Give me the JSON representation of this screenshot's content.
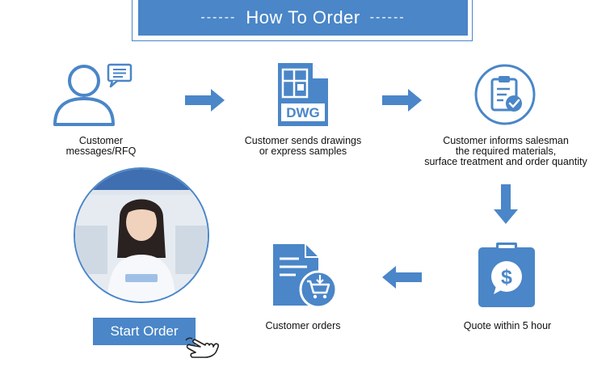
{
  "header": {
    "dash_left": "------",
    "title": "How To Order",
    "dash_right": "------"
  },
  "icons": {
    "dwg_text": "DWG",
    "dollar_text": "$",
    "color_primary": "#4a86c8",
    "color_bg": "#ffffff"
  },
  "steps": [
    {
      "line1": "Customer",
      "line2": "messages/RFQ"
    },
    {
      "line1": "Customer sends drawings",
      "line2": "or express samples"
    },
    {
      "line1": "Customer informs salesman",
      "line2": "the required materials,",
      "line3": "surface treatment and order quantity"
    },
    {
      "line1": "Quote within 5 hour"
    },
    {
      "line1": "Customer orders"
    }
  ],
  "cta": {
    "label": "Start Order"
  }
}
